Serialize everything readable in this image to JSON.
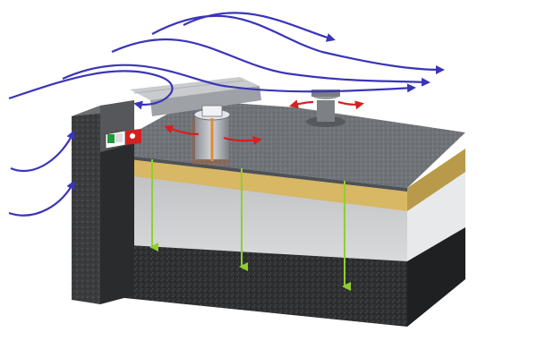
{
  "diagram": {
    "labels": [],
    "components": [
      "parapet-wall",
      "roof-membrane",
      "insulation-board",
      "concrete-deck",
      "ridge-vent",
      "roof-vent-cutaway",
      "mushroom-vent",
      "wall-vent-grille",
      "wind-flow-arrows",
      "vapor-flow-arrows",
      "vapor-down-arrows"
    ],
    "colors": {
      "wind": "#3a35b8",
      "vapor": "#d42020",
      "moisture": "#8fcf2f",
      "membrane": "#6d7176",
      "insulation": "#d8b765",
      "concrete_light": "#cfd0d1",
      "concrete_dark": "#2e2f31",
      "wall": "#3b3c3e"
    }
  }
}
